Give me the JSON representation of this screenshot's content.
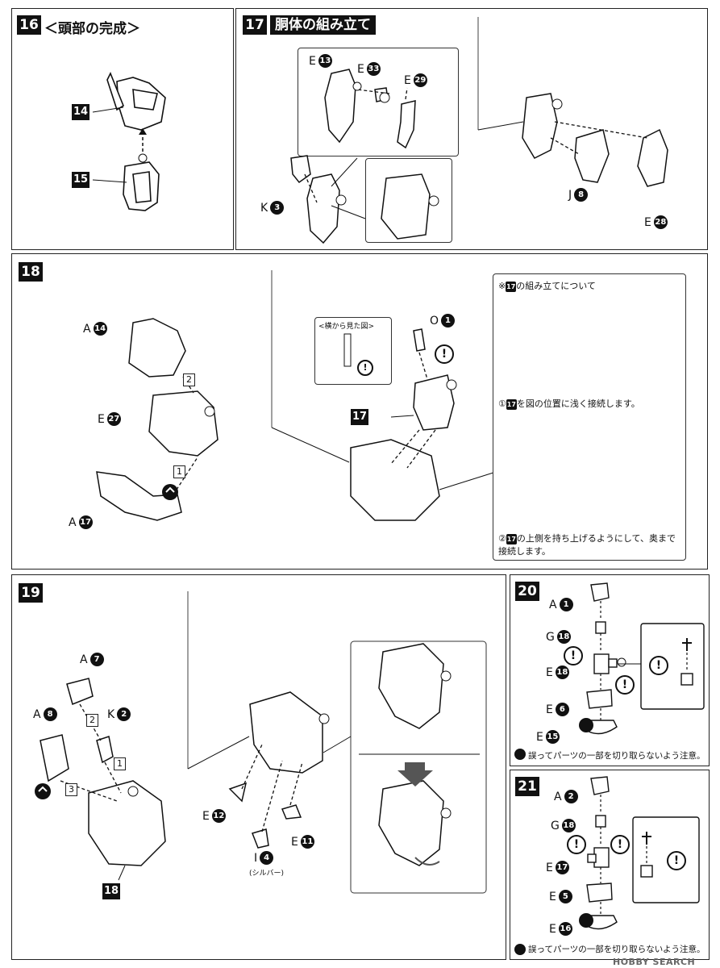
{
  "steps": {
    "s16": {
      "number": "16",
      "title": "＜頭部の完成＞",
      "part_a": "14",
      "part_b": "15"
    },
    "s17": {
      "number": "17",
      "title": "胴体の組み立て",
      "parts": [
        {
          "letter": "E",
          "num": "13"
        },
        {
          "letter": "E",
          "num": "33"
        },
        {
          "letter": "E",
          "num": "29"
        },
        {
          "letter": "K",
          "num": "3"
        },
        {
          "letter": "J",
          "num": "8"
        },
        {
          "letter": "E",
          "num": "28"
        }
      ]
    },
    "s18": {
      "number": "18",
      "parts": [
        {
          "letter": "A",
          "num": "14"
        },
        {
          "letter": "E",
          "num": "27"
        },
        {
          "letter": "A",
          "num": "17"
        },
        {
          "letter": "O",
          "num": "1"
        }
      ],
      "steps": [
        "2",
        "1"
      ],
      "ref": "17",
      "side_view": "<横から見た図>",
      "note_header": "の組み立てについて",
      "note_mark": "※",
      "note_1": "を図の位置に浅く接続します。",
      "note_1_prefix": "①",
      "note_2": "の上側を持ち上げるようにして、奥まで接続します。",
      "note_2_prefix": "②"
    },
    "s19": {
      "number": "19",
      "parts": [
        {
          "letter": "A",
          "num": "7"
        },
        {
          "letter": "A",
          "num": "8"
        },
        {
          "letter": "K",
          "num": "2"
        },
        {
          "letter": "E",
          "num": "12"
        },
        {
          "letter": "I",
          "num": "4"
        },
        {
          "letter": "E",
          "num": "11"
        }
      ],
      "steps": [
        "2",
        "1",
        "3"
      ],
      "ref": "18",
      "silver": "(シルバー)"
    },
    "s20": {
      "number": "20",
      "parts": [
        {
          "letter": "A",
          "num": "1"
        },
        {
          "letter": "G",
          "num": "18"
        },
        {
          "letter": "E",
          "num": "18"
        },
        {
          "letter": "E",
          "num": "6"
        },
        {
          "letter": "E",
          "num": "15"
        }
      ],
      "caution": "誤ってパーツの一部を切り取らないよう注意。"
    },
    "s21": {
      "number": "21",
      "parts": [
        {
          "letter": "A",
          "num": "2"
        },
        {
          "letter": "G",
          "num": "18"
        },
        {
          "letter": "E",
          "num": "17"
        },
        {
          "letter": "E",
          "num": "5"
        },
        {
          "letter": "E",
          "num": "16"
        }
      ],
      "caution": "誤ってパーツの一部を切り取らないよう注意。"
    }
  },
  "warn_symbol": "!",
  "watermark": "HOBBY SEARCH"
}
